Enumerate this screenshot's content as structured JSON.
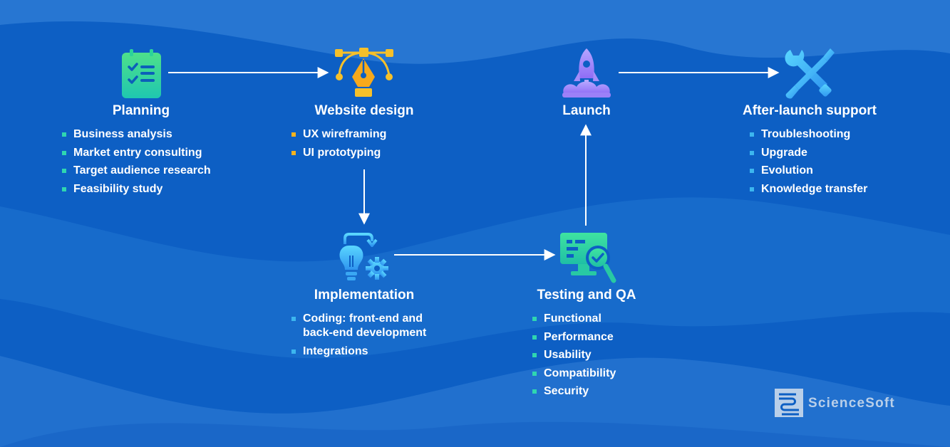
{
  "stages": {
    "planning": {
      "title": "Planning",
      "icon": "checklist-icon",
      "items": [
        "Business analysis",
        "Market entry consulting",
        "Target audience research",
        "Feasibility study"
      ]
    },
    "design": {
      "title": "Website design",
      "icon": "pen-tool-icon",
      "items": [
        "UX wireframing",
        "UI prototyping"
      ]
    },
    "implementation": {
      "title": "Implementation",
      "icon": "lightbulb-gear-icon",
      "items": [
        "Coding: front-end and",
        "back-end development",
        "Integrations"
      ]
    },
    "testing": {
      "title": "Testing and QA",
      "icon": "monitor-check-icon",
      "items": [
        "Functional",
        "Performance",
        "Usability",
        "Compatibility",
        "Security"
      ]
    },
    "launch": {
      "title": "Launch",
      "icon": "rocket-icon"
    },
    "support": {
      "title": "After-launch support",
      "icon": "wrench-screwdriver-icon",
      "items": [
        "Troubleshooting",
        "Upgrade",
        "Evolution",
        "Knowledge transfer"
      ]
    }
  },
  "logo": {
    "text": "ScienceSoft",
    "icon": "sciencesoft-logo-icon"
  },
  "colors": {
    "background": "#0d5fc4",
    "wave_light": "#2a79d4",
    "bullet_green": "#2fd6b0",
    "bullet_orange": "#f6b21d",
    "bullet_cyan": "#3cb6ef",
    "arrow": "#ffffff"
  }
}
